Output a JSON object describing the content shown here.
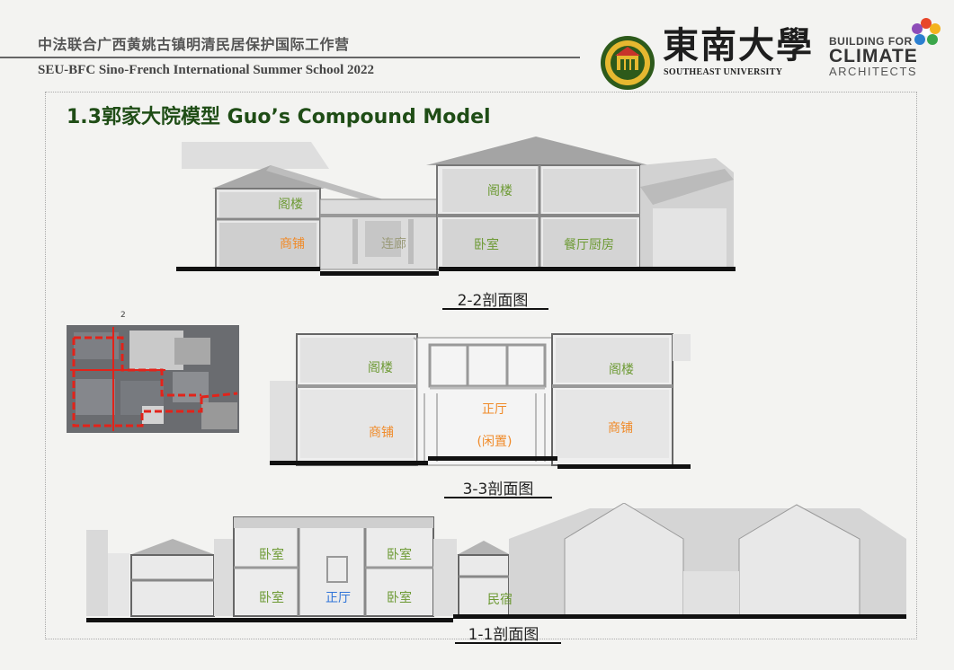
{
  "header": {
    "title_cn": "中法联合广西黄姚古镇明清民居保护国际工作营",
    "title_en": "SEU-BFC Sino-French International Summer School 2022"
  },
  "logos": {
    "seu_cn": "東南大學",
    "seu_en": "SOUTHEAST UNIVERSITY",
    "bfc_line1": "BUILDING FOR",
    "bfc_line2": "CLIMATE",
    "bfc_line3": "ARCHITECTS"
  },
  "slide_title": "1.3郭家大院模型 Guo’s Compound Model",
  "sections": {
    "s22": {
      "caption": "2-2剖面图",
      "rooms": [
        "阁楼",
        "商铺",
        "连廊",
        "阁楼",
        "卧室",
        "餐厅厨房"
      ]
    },
    "s33": {
      "caption": "3-3剖面图",
      "rooms": [
        "阁楼",
        "阁楼",
        "商铺",
        "正厅",
        "(闲置)",
        "商铺"
      ]
    },
    "s11": {
      "caption": "1-1剖面图",
      "rooms": [
        "卧室",
        "卧室",
        "卧室",
        "正厅",
        "卧室",
        "民宿"
      ]
    }
  },
  "site_plan": {
    "label": "2"
  },
  "colors": {
    "title_green": "#1f4d16",
    "room_green": "#6d9a34",
    "room_orange": "#f08a28",
    "room_blue": "#2f74d8"
  }
}
